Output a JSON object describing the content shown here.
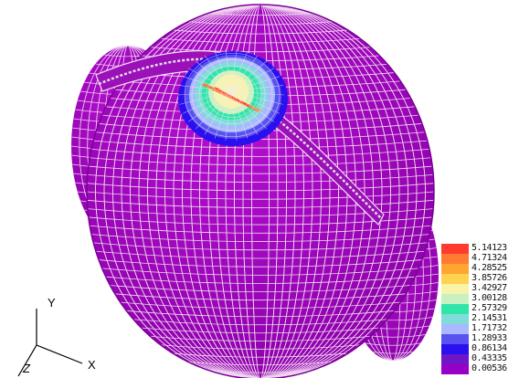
{
  "legend": {
    "entries": [
      {
        "value": "5.14123",
        "color": "#ff3b30"
      },
      {
        "value": "4.71324",
        "color": "#ff7a33"
      },
      {
        "value": "4.28525",
        "color": "#ffa630"
      },
      {
        "value": "3.85726",
        "color": "#ffd250"
      },
      {
        "value": "3.42927",
        "color": "#f7f4a8"
      },
      {
        "value": "3.00128",
        "color": "#c8f0c0"
      },
      {
        "value": "2.57329",
        "color": "#2fe6a8"
      },
      {
        "value": "2.14531",
        "color": "#7fdcd8"
      },
      {
        "value": "1.71732",
        "color": "#a9b8ff"
      },
      {
        "value": "1.28933",
        "color": "#5a52f0"
      },
      {
        "value": "0.86134",
        "color": "#2a10ee"
      },
      {
        "value": "0.43335",
        "color": "#6e16c8"
      },
      {
        "value": "0.00536",
        "color": "#9800c8"
      }
    ]
  },
  "axes": {
    "y": "Y",
    "x": "X",
    "z": "Z"
  },
  "colors": {
    "body": "#a400c0",
    "mesh": "#f2d8f2"
  }
}
